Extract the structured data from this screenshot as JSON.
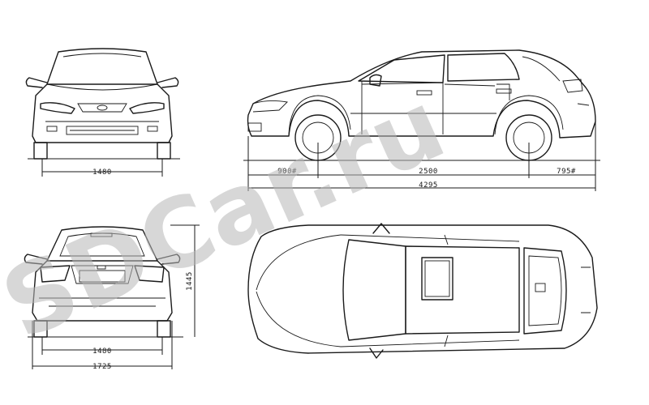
{
  "watermark": {
    "text": "SDCar.ru",
    "color": "#b8b8b8"
  },
  "dimensions": {
    "front_track": "1480",
    "front_overhang": "900#",
    "wheelbase": "2500",
    "rear_overhang": "795#",
    "overall_length": "4295",
    "rear_track": "1480",
    "overall_width": "1725",
    "overall_height": "1445"
  },
  "views": [
    "front-view",
    "side-view",
    "rear-view",
    "top-view"
  ]
}
